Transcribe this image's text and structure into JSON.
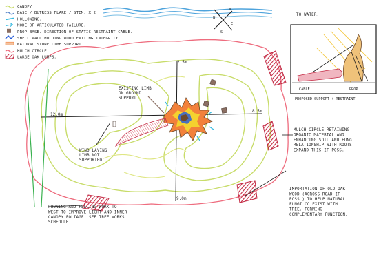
{
  "colors": {
    "canopy_line": "#c8dc6a",
    "buttress": "#5a86c9",
    "hollowing": "#35b8df",
    "mulch_circle": "#ee6c7e",
    "crimson": "#c42a44",
    "trunk_orange": "#f2813b",
    "trunk_yellow": "#f4d22f",
    "trunk_blue": "#2c5fd7",
    "trunk_brown": "#6e4a2b",
    "prop_gray": "#8b6f63",
    "ink": "#1f1f1f",
    "road_blue": "#4da3dc",
    "green_line": "#3ab14f"
  },
  "legend": [
    {
      "label": "CANOPY",
      "swatch": "canopy"
    },
    {
      "label": "BASE / BUTRESS FLARE / STEM. X 2",
      "swatch": "buttress"
    },
    {
      "label": "HOLLOWING.",
      "swatch": "hollowing"
    },
    {
      "label": "MODE OF ARTICULATED FAILURE.",
      "swatch": "arrow"
    },
    {
      "label": "PROP BASE. DIRECTION OF STATIC RESTRAINT CABLE.",
      "swatch": "prop"
    },
    {
      "label": "SHELL WALL HOLDING WOOD EXITING INTEGRITY.",
      "swatch": "shell"
    },
    {
      "label": "NATURAL STONE LIMB SUPPORT.",
      "swatch": "stone"
    },
    {
      "label": "MULCH CIRCLE.",
      "swatch": "mulch"
    },
    {
      "label": "LARGE OAK LUMPS.",
      "swatch": "lumps"
    }
  ],
  "compass": {
    "n": "N",
    "s": "S",
    "e": "E",
    "w": "W"
  },
  "road_label": "TO WATER.",
  "dimensions": {
    "top": "2.5m",
    "right": "8.5m",
    "left": "12.0m",
    "bottom": "9.0m"
  },
  "labels": {
    "existing_limb": "EXISTING LIMB ON GROUND SUPPORT.",
    "wind_limb": "WIND LAYING LIMB NOT SUPPORTED.",
    "inset_caption": "PROPOSED SUPPORT + RESTRAINT",
    "cable": "CABLE",
    "prop": "PROP."
  },
  "notes": {
    "mulch": "MULCH CIRCLE RETAINING ORGANIC MATERIAL AND ENHANCING SOIL AND FUNGI RELATIONSHIP WITH ROOTS. EXPAND THIS IF POSS.",
    "wood": "IMPORTATION OF OLD OAK WOOD (ACROSS ROAD IF POSS.) TO HELP NATURAL FUNGI CO EXIST WITH TREE. FORMING COMPLEMENTARY FUNCTION.",
    "pruning": "PRUNING AND FELLING WORK TO WEST TO IMPROVE LIGHT AND INNER CANOPY FOLIAGE. SEE TREE WORKS SCHEDULE."
  }
}
